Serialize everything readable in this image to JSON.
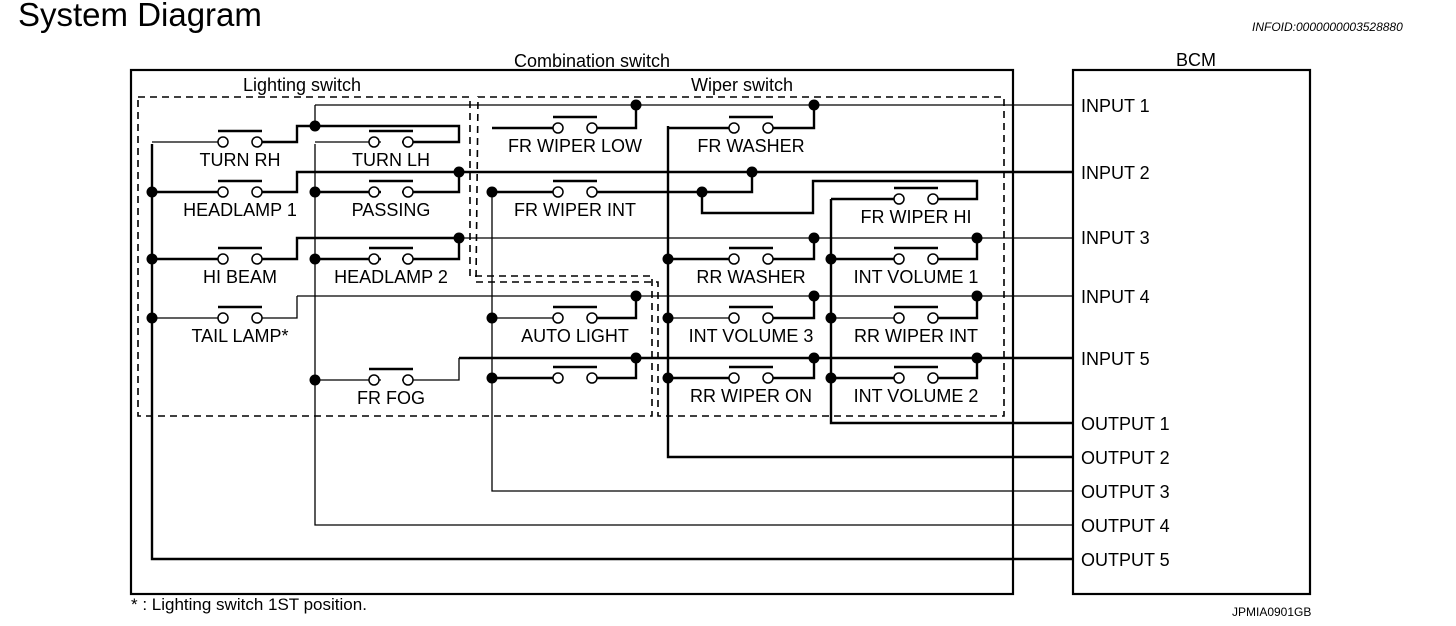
{
  "header": {
    "title": "System Diagram",
    "info_id": "INFOID:0000000003528880"
  },
  "blocks": {
    "combination_switch": "Combination switch",
    "lighting_switch": "Lighting switch",
    "wiper_switch": "Wiper switch",
    "bcm": "BCM"
  },
  "switches": [
    {
      "id": "turn-rh",
      "label": "TURN RH"
    },
    {
      "id": "turn-lh",
      "label": "TURN LH"
    },
    {
      "id": "headlamp-1",
      "label": "HEADLAMP 1"
    },
    {
      "id": "passing",
      "label": "PASSING"
    },
    {
      "id": "hi-beam",
      "label": "HI BEAM"
    },
    {
      "id": "headlamp-2",
      "label": "HEADLAMP 2"
    },
    {
      "id": "tail-lamp",
      "label": "TAIL LAMP*"
    },
    {
      "id": "fr-fog",
      "label": "FR FOG"
    },
    {
      "id": "auto-light",
      "label": "AUTO LIGHT"
    },
    {
      "id": "unlabeled",
      "label": ""
    },
    {
      "id": "fr-wiper-low",
      "label": "FR WIPER LOW"
    },
    {
      "id": "fr-washer",
      "label": "FR WASHER"
    },
    {
      "id": "fr-wiper-int",
      "label": "FR WIPER INT"
    },
    {
      "id": "fr-wiper-hi",
      "label": "FR WIPER HI"
    },
    {
      "id": "rr-washer",
      "label": "RR WASHER"
    },
    {
      "id": "int-volume-1",
      "label": "INT VOLUME 1"
    },
    {
      "id": "int-volume-3",
      "label": "INT VOLUME 3"
    },
    {
      "id": "rr-wiper-int",
      "label": "RR WIPER INT"
    },
    {
      "id": "rr-wiper-on",
      "label": "RR WIPER ON"
    },
    {
      "id": "int-volume-2",
      "label": "INT VOLUME 2"
    }
  ],
  "bcm_terminals": {
    "inputs": [
      "INPUT 1",
      "INPUT 2",
      "INPUT 3",
      "INPUT 4",
      "INPUT 5"
    ],
    "outputs": [
      "OUTPUT 1",
      "OUTPUT 2",
      "OUTPUT 3",
      "OUTPUT 4",
      "OUTPUT 5"
    ]
  },
  "footnote": "* : Lighting switch 1ST position.",
  "figure_id": "JPMIA0901GB"
}
